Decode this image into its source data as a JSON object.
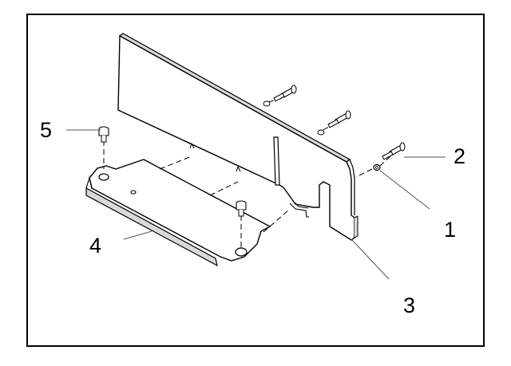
{
  "diagram": {
    "type": "exploded-parts-view",
    "callouts": [
      {
        "id": "1",
        "label": "1"
      },
      {
        "id": "2",
        "label": "2"
      },
      {
        "id": "3",
        "label": "3"
      },
      {
        "id": "4",
        "label": "4"
      },
      {
        "id": "5",
        "label": "5"
      }
    ],
    "colors": {
      "line": "#000000",
      "fill": "#ffffff",
      "shade": "#d9d9d9",
      "leader": "#555555"
    }
  }
}
